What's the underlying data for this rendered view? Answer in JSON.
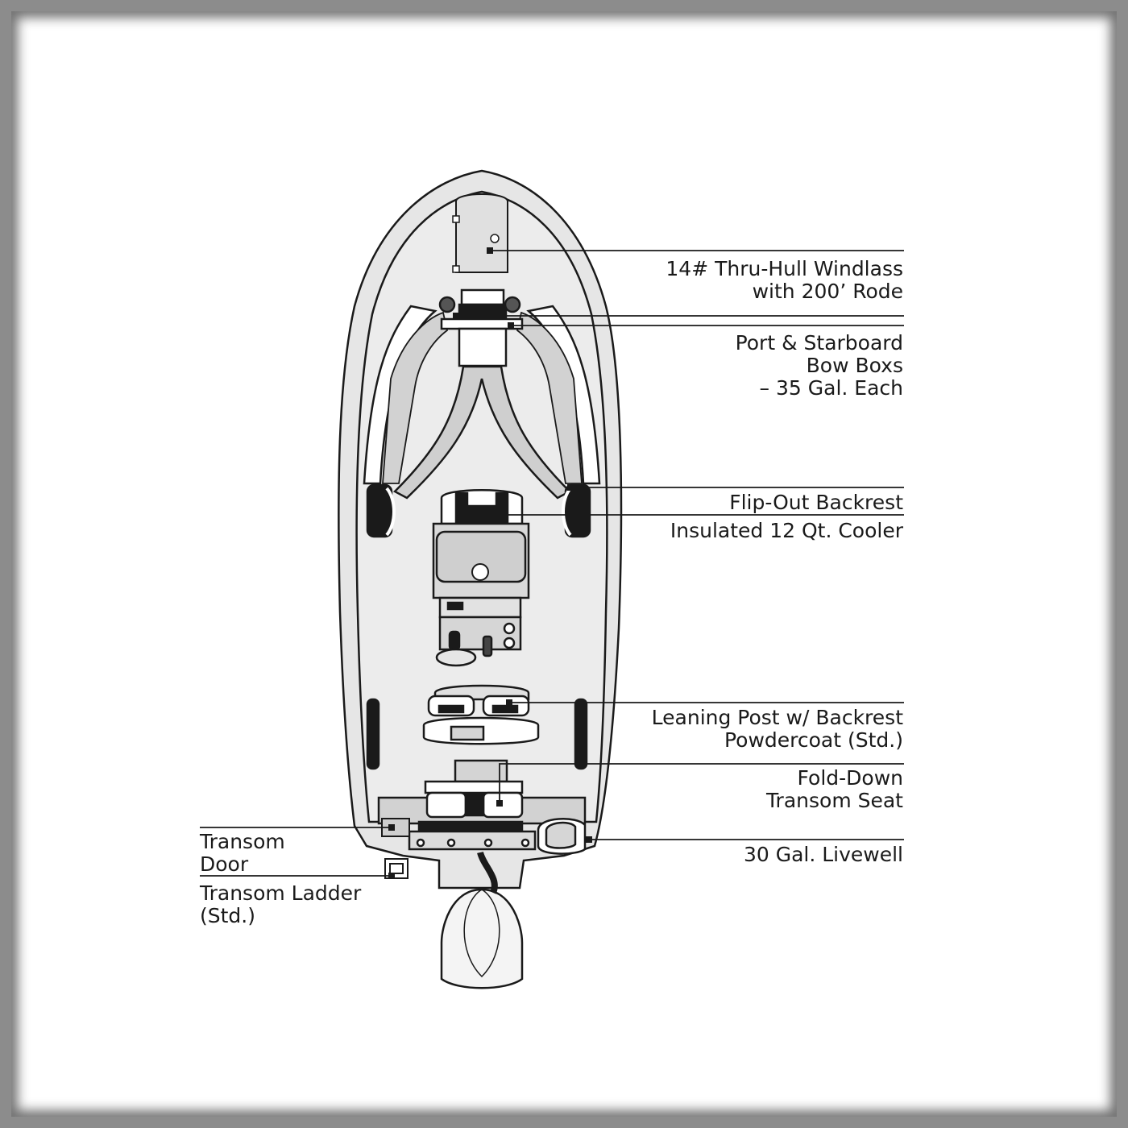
{
  "callouts": {
    "windlass": [
      "14# Thru-Hull Windlass",
      "with 200’ Rode"
    ],
    "bow_boxes": [
      "Port & Starboard",
      "Bow Boxs",
      "– 35 Gal. Each"
    ],
    "flip_out_backrest": [
      "Flip-Out Backrest"
    ],
    "cooler": [
      "Insulated 12 Qt. Cooler"
    ],
    "leaning_post": [
      "Leaning Post w/ Backrest",
      "Powdercoat (Std.)"
    ],
    "transom_seat": [
      "Fold-Down",
      "Transom Seat"
    ],
    "livewell": [
      "30 Gal. Livewell"
    ],
    "transom_door": [
      "Transom",
      "Door"
    ],
    "transom_ladder": [
      "Transom Ladder",
      "(Std.)"
    ]
  }
}
